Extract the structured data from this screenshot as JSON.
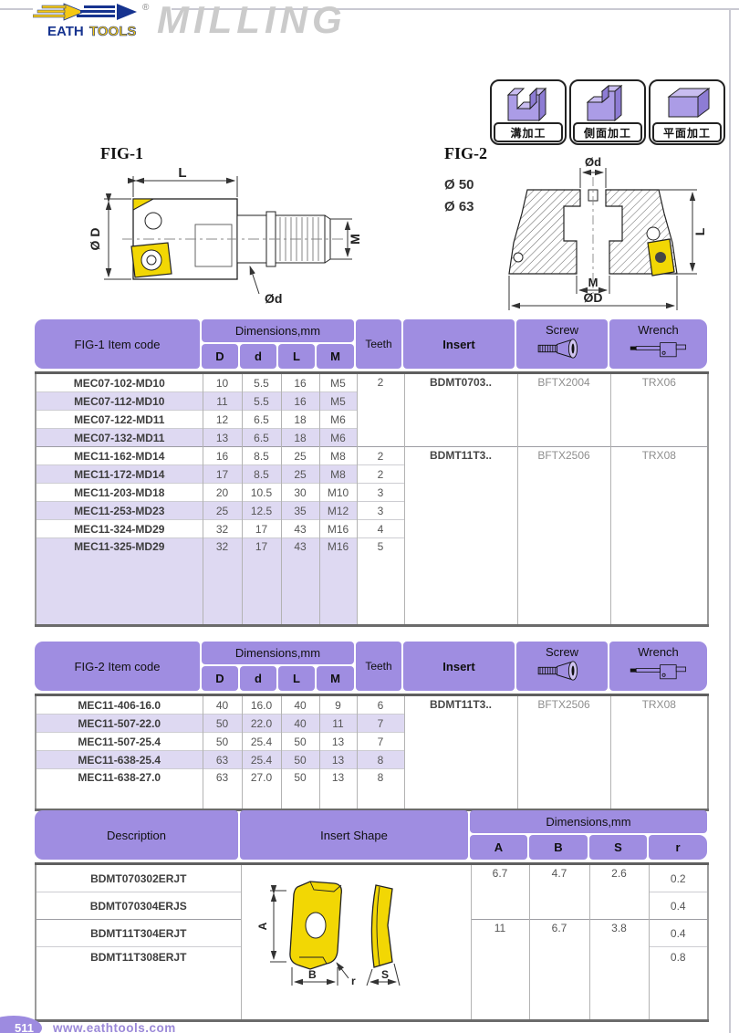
{
  "header": {
    "brand_word1": "EATH",
    "brand_word2": "TOOLS",
    "registered": "®",
    "title": "MILLING"
  },
  "machining_icons": [
    {
      "label": "溝加工"
    },
    {
      "label": "側面加工"
    },
    {
      "label": "平面加工"
    }
  ],
  "figures": {
    "fig1": {
      "label": "FIG-1",
      "dim_top": "L",
      "dim_left": "Ø D",
      "dim_right": "M",
      "dim_callout": "Ød"
    },
    "fig2": {
      "label": "FIG-2",
      "size1": "Ø 50",
      "size2": "Ø 63",
      "dim_top": "Ød",
      "dim_right": "L",
      "dim_inner": "M",
      "dim_outer": "ØD"
    }
  },
  "insert_diagram": {
    "a": "A",
    "b": "B",
    "r": "r",
    "s": "S"
  },
  "colors": {
    "header_purple": "#9f8de1",
    "row_lavender": "#ded9f2",
    "insert_yellow": "#f2d704",
    "brand_blue": "#16338f",
    "brand_yellow": "#f5c813",
    "title_gray": "#cbcbcb"
  },
  "table1": {
    "header": {
      "item": "FIG-1 Item code",
      "dims": "Dimensions,mm",
      "d1": "D",
      "d2": "d",
      "d3": "L",
      "d4": "M",
      "teeth": "Teeth",
      "insert": "Insert",
      "screw": "Screw",
      "wrench": "Wrench"
    },
    "groups": [
      {
        "merged_teeth": "2",
        "insert": "BDMT0703..",
        "screw": "BFTX2004",
        "wrench": "TRX06",
        "rows": [
          {
            "code": "MEC07-102-MD10",
            "D": "10",
            "d": "5.5",
            "L": "16",
            "M": "M5"
          },
          {
            "code": "MEC07-112-MD10",
            "D": "11",
            "d": "5.5",
            "L": "16",
            "M": "M5"
          },
          {
            "code": "MEC07-122-MD11",
            "D": "12",
            "d": "6.5",
            "L": "18",
            "M": "M6"
          },
          {
            "code": "MEC07-132-MD11",
            "D": "13",
            "d": "6.5",
            "L": "18",
            "M": "M6"
          }
        ]
      },
      {
        "insert": "BDMT11T3..",
        "screw": "BFTX2506",
        "wrench": "TRX08",
        "rows": [
          {
            "code": "MEC11-162-MD14",
            "D": "16",
            "d": "8.5",
            "L": "25",
            "M": "M8",
            "teeth": "2"
          },
          {
            "code": "MEC11-172-MD14",
            "D": "17",
            "d": "8.5",
            "L": "25",
            "M": "M8",
            "teeth": "2"
          },
          {
            "code": "MEC11-203-MD18",
            "D": "20",
            "d": "10.5",
            "L": "30",
            "M": "M10",
            "teeth": "3"
          },
          {
            "code": "MEC11-253-MD23",
            "D": "25",
            "d": "12.5",
            "L": "35",
            "M": "M12",
            "teeth": "3"
          },
          {
            "code": "MEC11-324-MD29",
            "D": "32",
            "d": "17",
            "L": "43",
            "M": "M16",
            "teeth": "4"
          },
          {
            "code": "MEC11-325-MD29",
            "D": "32",
            "d": "17",
            "L": "43",
            "M": "M16",
            "teeth": "5"
          }
        ]
      }
    ]
  },
  "table2": {
    "header": {
      "item": "FIG-2 Item code",
      "dims": "Dimensions,mm",
      "d1": "D",
      "d2": "d",
      "d3": "L",
      "d4": "M",
      "teeth": "Teeth",
      "insert": "Insert",
      "screw": "Screw",
      "wrench": "Wrench"
    },
    "group": {
      "insert": "BDMT11T3..",
      "screw": "BFTX2506",
      "wrench": "TRX08"
    },
    "rows": [
      {
        "code": "MEC11-406-16.0",
        "D": "40",
        "d": "16.0",
        "L": "40",
        "M": "9",
        "teeth": "6"
      },
      {
        "code": "MEC11-507-22.0",
        "D": "50",
        "d": "22.0",
        "L": "40",
        "M": "11",
        "teeth": "7"
      },
      {
        "code": "MEC11-507-25.4",
        "D": "50",
        "d": "25.4",
        "L": "50",
        "M": "13",
        "teeth": "7"
      },
      {
        "code": "MEC11-638-25.4",
        "D": "63",
        "d": "25.4",
        "L": "50",
        "M": "13",
        "teeth": "8"
      },
      {
        "code": "MEC11-638-27.0",
        "D": "63",
        "d": "27.0",
        "L": "50",
        "M": "13",
        "teeth": "8"
      }
    ]
  },
  "table3": {
    "header": {
      "description": "Description",
      "shape": "Insert Shape",
      "dims": "Dimensions,mm",
      "c1": "A",
      "c2": "B",
      "c3": "S",
      "c4": "r"
    },
    "rows": [
      {
        "description": "BDMT070302ERJT",
        "r": "0.2"
      },
      {
        "description": "BDMT070304ERJS",
        "r": "0.4"
      },
      {
        "description": "BDMT11T304ERJT",
        "r": "0.4"
      },
      {
        "description": "BDMT11T308ERJT",
        "r": "0.8"
      }
    ],
    "groups": [
      {
        "A": "6.7",
        "B": "4.7",
        "S": "2.6"
      },
      {
        "A": "11",
        "B": "6.7",
        "S": "3.8"
      }
    ]
  },
  "footer": {
    "page_badge": "511",
    "website": "www.eathtools.com"
  }
}
